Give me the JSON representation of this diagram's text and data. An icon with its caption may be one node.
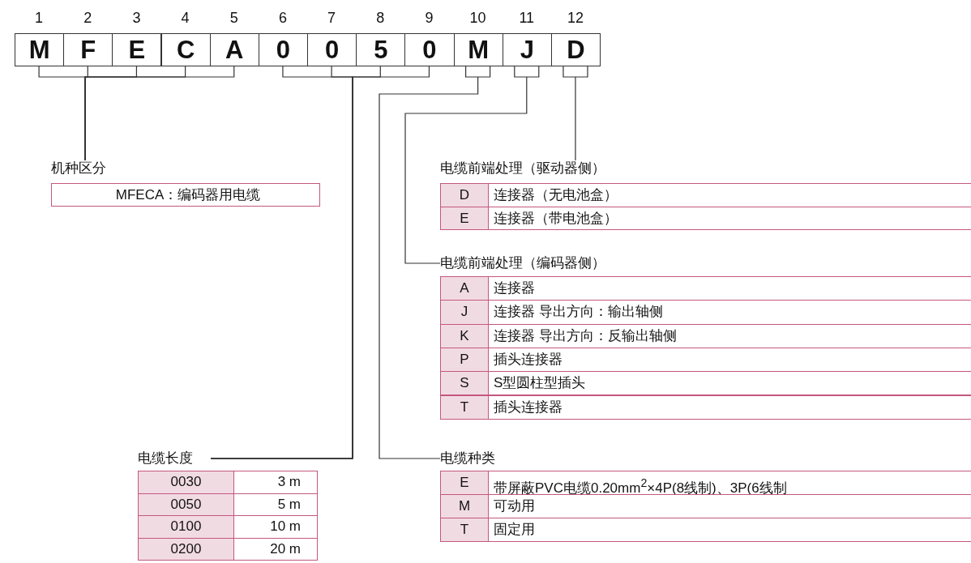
{
  "diagram": {
    "nodes": [
      {
        "text": [
          "M"
        ],
        "beside": [
          "1"
        ]
      },
      {
        "text": [
          "F"
        ],
        "beside": [
          "2"
        ]
      },
      {
        "text": [
          "E"
        ],
        "beside": [
          "3"
        ]
      },
      {
        "text": [
          "C"
        ],
        "beside": [
          "4"
        ]
      },
      {
        "text": [
          "A"
        ],
        "beside": [
          "5"
        ]
      },
      {
        "text": [
          "0"
        ],
        "beside": [
          "6"
        ]
      },
      {
        "text": [
          "0"
        ],
        "beside": [
          "7"
        ]
      },
      {
        "text": [
          "5"
        ],
        "beside": [
          "8"
        ]
      },
      {
        "text": [
          "0"
        ],
        "beside": [
          "9"
        ]
      },
      {
        "text": [
          "M"
        ],
        "beside": [
          "10"
        ]
      },
      {
        "text": [
          "J"
        ],
        "beside": [
          "11"
        ]
      },
      {
        "text": [
          "D"
        ],
        "beside": [
          "12"
        ]
      },
      {
        "text": [
          "机种区分"
        ]
      },
      {
        "text": [
          "MFECA：编码器用电缆"
        ],
        "in": 12
      },
      {
        "text": [
          "电缆长度"
        ]
      },
      {
        "text": [
          "0030",
          "3 m"
        ],
        "in": 14
      },
      {
        "text": [
          "0050",
          "5 m"
        ],
        "in": 14
      },
      {
        "text": [
          "0100",
          "10 m"
        ],
        "in": 14
      },
      {
        "text": [
          "0200",
          "20 m"
        ],
        "in": 14
      },
      {
        "text": [
          "电缆种类"
        ]
      },
      {
        "text": [
          "E",
          "带屏蔽PVC电缆0.20mm$^{2}$×4P(8线制)、3P(6线制"
        ],
        "in": 19
      },
      {
        "text": [
          "M",
          "可动用"
        ],
        "in": 19
      },
      {
        "text": [
          "T",
          "固定用"
        ],
        "in": 19
      },
      {
        "text": [
          "电缆前端处理（编码器侧）"
        ]
      },
      {
        "text": [
          "A",
          "连接器"
        ],
        "in": 23
      },
      {
        "text": [
          "J",
          "连接器  导出方向：输出轴侧"
        ],
        "in": 23
      },
      {
        "text": [
          "K",
          "连接器  导出方向：反输出轴侧"
        ],
        "in": 23
      },
      {
        "text": [
          "P",
          "插头连接器"
        ],
        "in": 23
      },
      {
        "text": [
          "S",
          "S型圆柱型插头"
        ],
        "in": 23
      },
      {
        "text": [
          "T",
          "插头连接器"
        ],
        "in": 23
      },
      {
        "text": [
          "电缆前端处理（驱动器侧）"
        ]
      },
      {
        "text": [
          "D",
          "连接器（无电池盒）"
        ],
        "in": 30
      },
      {
        "text": [
          "E",
          "连接器（带电池盒）"
        ],
        "in": 30
      }
    ],
    "edges": [
      {
        "from": 0,
        "to": 12,
        "arrow": "none"
      },
      {
        "from": 1,
        "to": 12,
        "arrow": "none"
      },
      {
        "from": 2,
        "to": 12,
        "arrow": "none"
      },
      {
        "from": 3,
        "to": 12,
        "arrow": "none"
      },
      {
        "from": 4,
        "to": 12,
        "arrow": "none"
      },
      {
        "from": 5,
        "to": 14,
        "arrow": "none"
      },
      {
        "from": 6,
        "to": 14,
        "arrow": "none"
      },
      {
        "from": 7,
        "to": 14,
        "arrow": "none"
      },
      {
        "from": 8,
        "to": 14,
        "arrow": "none"
      },
      {
        "from": 9,
        "to": 19,
        "arrow": "none"
      },
      {
        "from": 10,
        "to": 23,
        "arrow": "none"
      },
      {
        "from": 11,
        "to": 30,
        "arrow": "none"
      }
    ]
  }
}
